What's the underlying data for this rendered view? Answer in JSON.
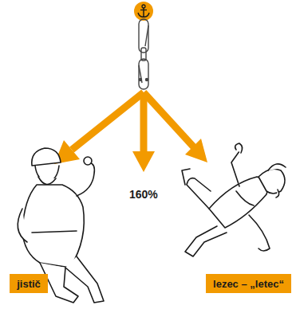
{
  "diagram": {
    "nodes": [
      {
        "text": [
          "jistič"
        ]
      },
      {
        "text": [
          "lezec – „letec“"
        ]
      }
    ],
    "labels": [
      "160%"
    ]
  }
}
